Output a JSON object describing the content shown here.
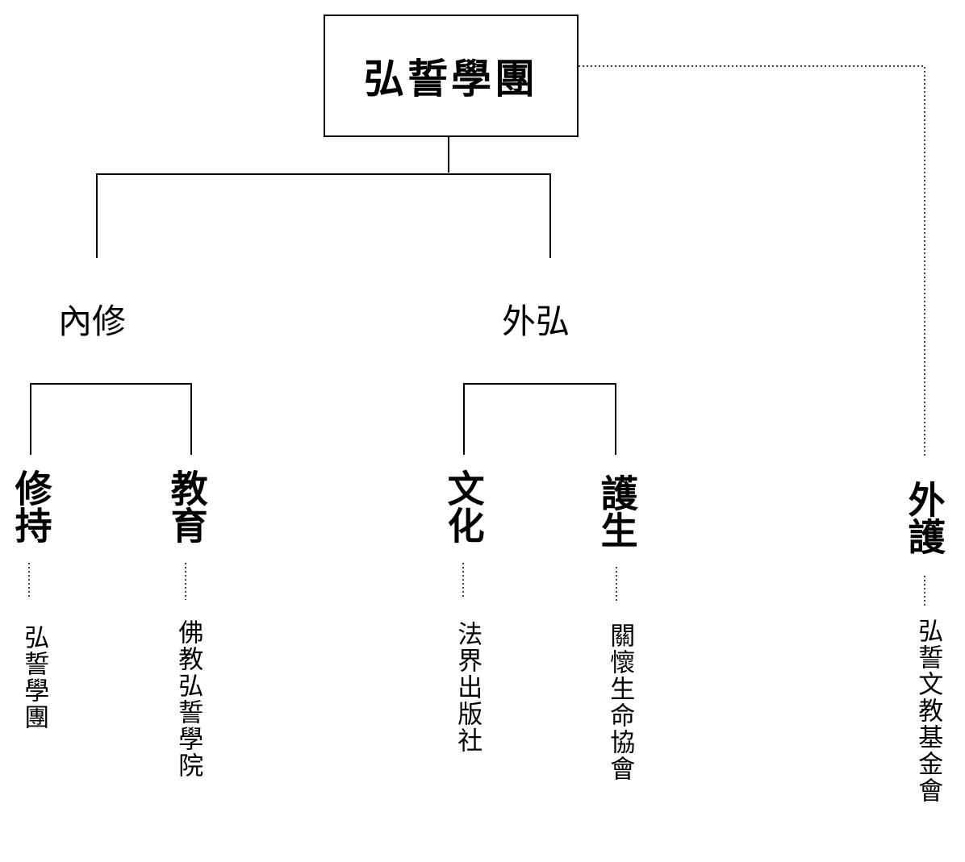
{
  "root": {
    "label": "弘誓學團"
  },
  "branches": [
    {
      "label": "內修"
    },
    {
      "label": "外弘"
    }
  ],
  "categories": [
    {
      "label": "修持",
      "org": "弘誓學團"
    },
    {
      "label": "教育",
      "org": "佛教弘誓學院"
    },
    {
      "label": "文化",
      "org": "法界出版社"
    },
    {
      "label": "護生",
      "org": "關懷生命協會"
    },
    {
      "label": "外護",
      "org": "弘誓文教基金會"
    }
  ]
}
